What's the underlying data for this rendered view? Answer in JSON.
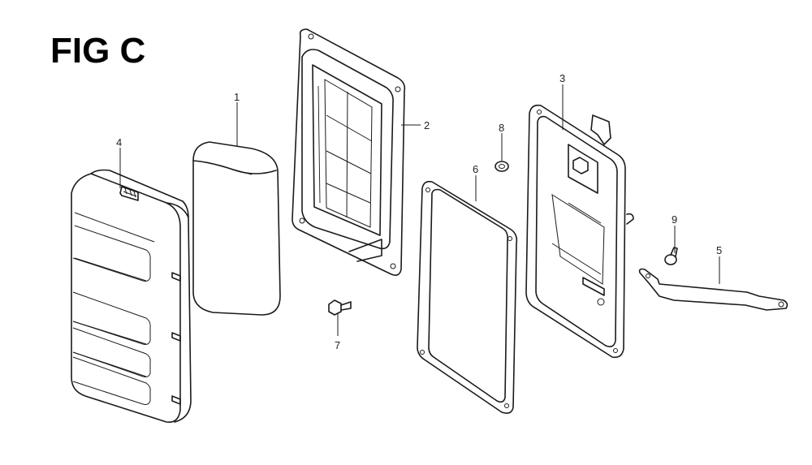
{
  "figure": {
    "title": "FIG C"
  },
  "parts": [
    {
      "number": "1",
      "part": "air-filter-element"
    },
    {
      "number": "2",
      "part": "air-cleaner-case"
    },
    {
      "number": "3",
      "part": "air-cleaner-base"
    },
    {
      "number": "4",
      "part": "air-cleaner-cover"
    },
    {
      "number": "5",
      "part": "bracket"
    },
    {
      "number": "6",
      "part": "gasket"
    },
    {
      "number": "7",
      "part": "bolt"
    },
    {
      "number": "8",
      "part": "nut"
    },
    {
      "number": "9",
      "part": "screw"
    }
  ],
  "colors": {
    "line": "#1a1a1a",
    "background": "#ffffff"
  }
}
